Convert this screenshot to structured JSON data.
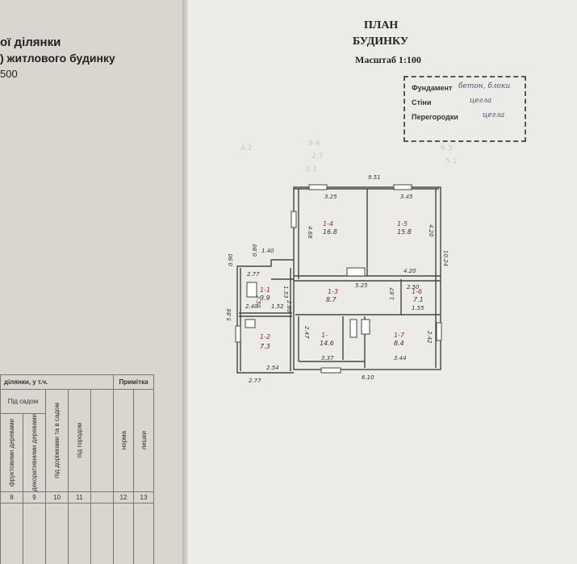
{
  "left_page": {
    "header_line1": "ої ділянки",
    "header_line2": ") житлового будинку",
    "header_line3": "500",
    "table": {
      "col_area_header": "ділянки, у т.ч.",
      "col_note_header": "Примітка",
      "subheader_garden": "Під садом",
      "vertical_headers": [
        "фруктовими деревами",
        "декоративними деревами",
        "під доріжками та в садом",
        "під городом",
        "норма",
        "лишки"
      ],
      "col_numbers": [
        "8",
        "9",
        "10",
        "11",
        "12",
        "13"
      ]
    }
  },
  "right_page": {
    "title": "ПЛАН",
    "subtitle": "БУДИНКУ",
    "scale": "Масштаб 1:100",
    "stamp": {
      "row1_label": "Фундамент",
      "row1_value": "бетон, блоки",
      "row2_label": "Стіни",
      "row2_value": "цегла",
      "row3_label": "Перегородки",
      "row3_value": "цегла"
    },
    "plan": {
      "dimensions": {
        "top_width": "9.51",
        "right_height": "10.24",
        "bottom_width": "6.10",
        "bottom_left": "2.77",
        "left_height": "5.86",
        "r4_top": "3.25",
        "r5_top": "3.45",
        "r4_side": "4.68",
        "r5_side": "4.20",
        "r5_inner": "4.20",
        "notch_w": "1.40",
        "notch_h": "0.80",
        "left_top": "0.90",
        "left_w": "2.77",
        "corr_len": "5.25",
        "r11_w": "2.40",
        "r11_w2": "1.52",
        "r3_h": "1.53",
        "r6_side": "2.80",
        "r6_w": "2.50",
        "r6_bottom": "1.55",
        "r6_h": "1.67",
        "r7_side": "2.42",
        "r8_w": "3.37",
        "r7_w": "3.44",
        "r2_bottom": "2.54",
        "r2_side": "2.50",
        "r8_side": "2.47"
      },
      "rooms": [
        {
          "id": "1-1",
          "area": "3.9"
        },
        {
          "id": "1-2",
          "area": "7.3"
        },
        {
          "id": "1-3",
          "area": "8.7"
        },
        {
          "id": "1-4",
          "area": "16.8"
        },
        {
          "id": "1-5",
          "area": "15.8"
        },
        {
          "id": "1-6",
          "area": "7.1"
        },
        {
          "id": "1-",
          "area": "14.6"
        },
        {
          "id": "1-7",
          "area": "8.4"
        }
      ]
    },
    "faint_digits": [
      "9.4",
      "2.7",
      "3.3",
      "6.3",
      "5.1",
      "4.2"
    ]
  }
}
